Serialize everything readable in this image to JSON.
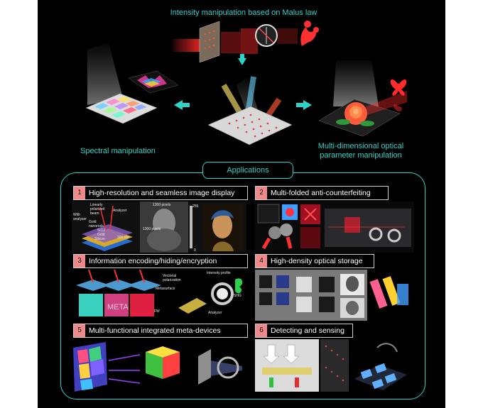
{
  "top": {
    "malus_label": "Intensity manipulation based on Malus law",
    "spectral_label": "Spectral manipulation",
    "multidim_label": "Multi-dimensional optical parameter manipulation"
  },
  "applications": {
    "title": "Applications",
    "sections": [
      {
        "num": "1",
        "title": "High-resolution and seamless image display"
      },
      {
        "num": "2",
        "title": "Multi-folded anti-counterfeiting"
      },
      {
        "num": "3",
        "title": "Information encoding/hiding/encryption"
      },
      {
        "num": "4",
        "title": "High-density optical storage"
      },
      {
        "num": "5",
        "title": "Multi-functional integrated meta-devices"
      },
      {
        "num": "6",
        "title": "Detecting and sensing"
      }
    ]
  },
  "panel1": {
    "beam_label": "Linearly polarized beam",
    "analyzer": "Analyzer",
    "with_analyzer": "With analyzer",
    "gold_nanorods": "Gold nanorods",
    "sio2": "SiO2",
    "gold": "Gold",
    "silicon": "Silicon",
    "thickness": "300 nm",
    "pixels_w": "1300 pixels",
    "pixels_h": "1300 pixels",
    "scale_max": "255",
    "scale_min": "0"
  },
  "panel3": {
    "vectorial": "Vectorial polarization",
    "intensity_profile": "Intensity profile",
    "metasurface": "Metasurface",
    "shg": "SHG",
    "fw": "FW",
    "analyzer": "Analyzer"
  },
  "colors": {
    "accent": "#2bd3c8",
    "badge": "#f08a8a",
    "laser": "#ff2a2a"
  }
}
